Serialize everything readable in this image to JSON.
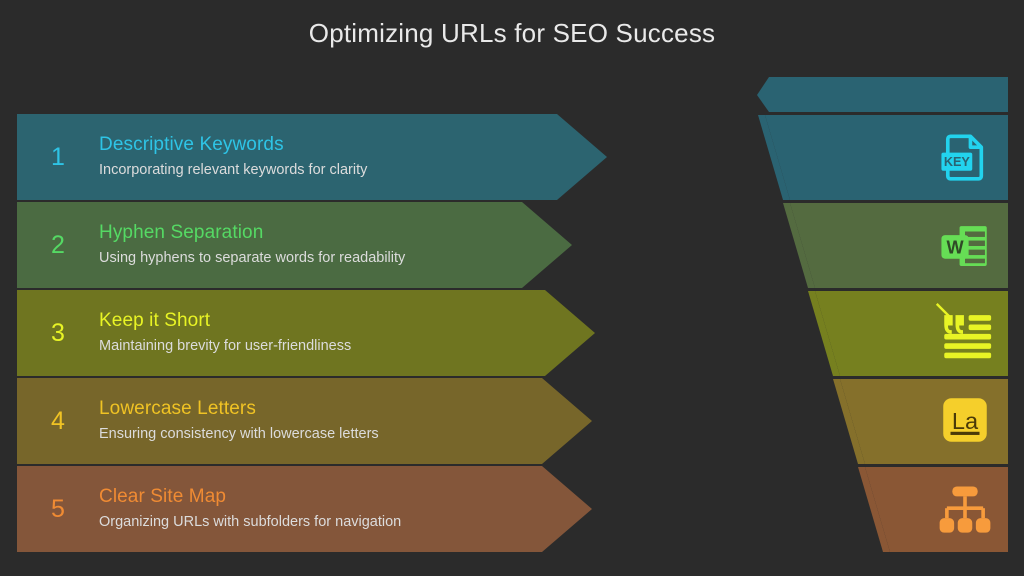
{
  "page": {
    "title": "Optimizing URLs for SEO Success",
    "background_color": "#2b2b2b",
    "title_color": "#e9e9e9"
  },
  "steps": [
    {
      "number": "1",
      "heading": "Descriptive Keywords",
      "subtext": "Incorporating relevant keywords for clarity",
      "accent_color": "#2ec4e6",
      "bar_color": "#2c6470",
      "panel_color": "#2a6372",
      "icon_name": "key-document-icon",
      "icon_label": "KEY"
    },
    {
      "number": "2",
      "heading": "Hyphen Separation",
      "subtext": "Using hyphens to separate words for readability",
      "accent_color": "#55d964",
      "bar_color": "#4b6b42",
      "panel_color": "#546b40",
      "icon_name": "word-document-icon",
      "icon_label": "W"
    },
    {
      "number": "3",
      "heading": "Keep it Short",
      "subtext": "Maintaining brevity for user-friendliness",
      "accent_color": "#e8f425",
      "bar_color": "#6f7520",
      "panel_color": "#76801f",
      "icon_name": "blockquote-icon",
      "icon_label": ""
    },
    {
      "number": "4",
      "heading": "Lowercase Letters",
      "subtext": "Ensuring consistency with lowercase letters",
      "accent_color": "#f0c324",
      "bar_color": "#77662a",
      "panel_color": "#85702b",
      "icon_name": "lowercase-la-icon",
      "icon_label": "La"
    },
    {
      "number": "5",
      "heading": "Clear Site Map",
      "subtext": "Organizing URLs with subfolders for navigation",
      "accent_color": "#f08b33",
      "bar_color": "#84563a",
      "panel_color": "#8a5735",
      "icon_name": "sitemap-icon",
      "icon_label": ""
    }
  ]
}
